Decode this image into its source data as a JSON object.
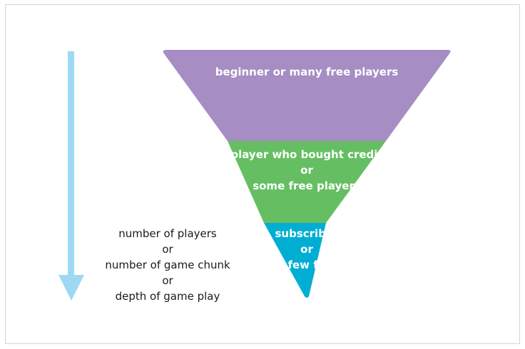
{
  "diagram": {
    "tiers": [
      {
        "lines": [
          "beginner or many free players"
        ],
        "color": "#a68dc4"
      },
      {
        "lines": [
          "player who bought credit",
          "or",
          "some free players"
        ],
        "color": "#65bf62"
      },
      {
        "lines": [
          "subscriber",
          "or",
          "few fp"
        ],
        "color": "#00aed4"
      }
    ],
    "axis": {
      "lines": [
        "number of players",
        "or",
        "number of game chunk",
        "or",
        "depth of game play"
      ],
      "arrow_color": "#9ed9f4"
    }
  }
}
